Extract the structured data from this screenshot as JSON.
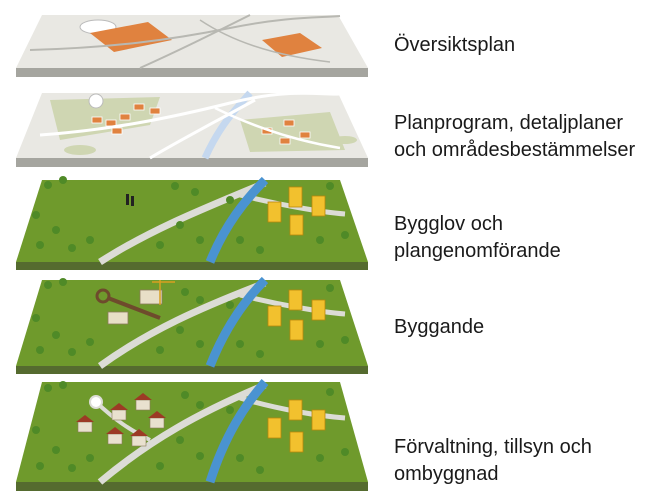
{
  "stages": [
    {
      "lines": [
        "Översiktsplan"
      ]
    },
    {
      "lines": [
        "Planprogram, detaljplaner",
        "och områdesbestämmelser"
      ]
    },
    {
      "lines": [
        "Bygglov och",
        "plangenomförande"
      ]
    },
    {
      "lines": [
        "Byggande"
      ]
    },
    {
      "lines": [
        "Förvaltning, tillsyn och",
        "ombyggnad"
      ]
    }
  ],
  "colors": {
    "map_top": "#e9e8e3",
    "map_edge": "#a5a59f",
    "map_green": "#cfd6b2",
    "map_plot": "#e0823f",
    "map_river": "#c5d8ef",
    "land_green": "#6f9a2c",
    "land_edge": "#556b2f",
    "road": "#dcdcd6",
    "river": "#4a93d1",
    "tree": "#4f8a27",
    "tree_trunk": "#6b4a2a",
    "building": "#f2c12e",
    "house_roof": "#9c3a25"
  }
}
